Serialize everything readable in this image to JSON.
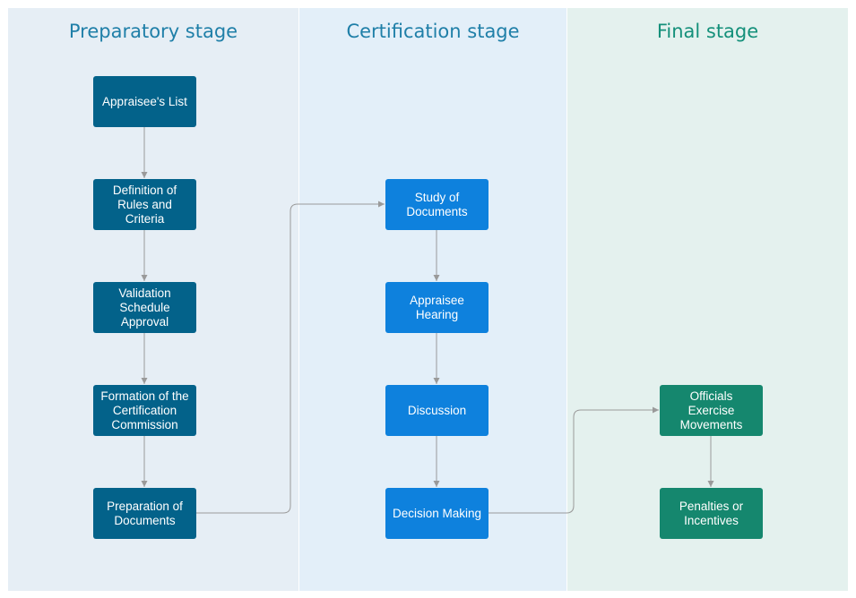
{
  "lanes": [
    {
      "title": "Preparatory stage",
      "bg": "#e6eef5",
      "title_color": "#1f7fa8",
      "node_color": "#03628a"
    },
    {
      "title": "Certification stage",
      "bg": "#e3eff9",
      "title_color": "#1f7fa8",
      "node_color": "#0e81dd"
    },
    {
      "title": "Final stage",
      "bg": "#e4f1ee",
      "title_color": "#14907a",
      "node_color": "#15876e"
    }
  ],
  "nodes": {
    "appraisees_list": "Appraisee's List",
    "definition_rules": "Definition of\nRules and Criteria",
    "validation_schedule": "Validation\nSchedule\nApproval",
    "formation_commission": "Formation of the\nCertification\nCommission",
    "preparation_documents": "Preparation of\nDocuments",
    "study_documents": "Study of\nDocuments",
    "appraisee_hearing": "Appraisee\nHearing",
    "discussion": "Discussion",
    "decision_making": "Decision Making",
    "officials_exercise": "Officials Exercise\nMovements",
    "penalties_incentives": "Penalties or\nIncentives"
  },
  "edges": [
    [
      "appraisees_list",
      "definition_rules"
    ],
    [
      "definition_rules",
      "validation_schedule"
    ],
    [
      "validation_schedule",
      "formation_commission"
    ],
    [
      "formation_commission",
      "preparation_documents"
    ],
    [
      "preparation_documents",
      "study_documents"
    ],
    [
      "study_documents",
      "appraisee_hearing"
    ],
    [
      "appraisee_hearing",
      "discussion"
    ],
    [
      "discussion",
      "decision_making"
    ],
    [
      "decision_making",
      "officials_exercise"
    ],
    [
      "officials_exercise",
      "penalties_incentives"
    ]
  ]
}
